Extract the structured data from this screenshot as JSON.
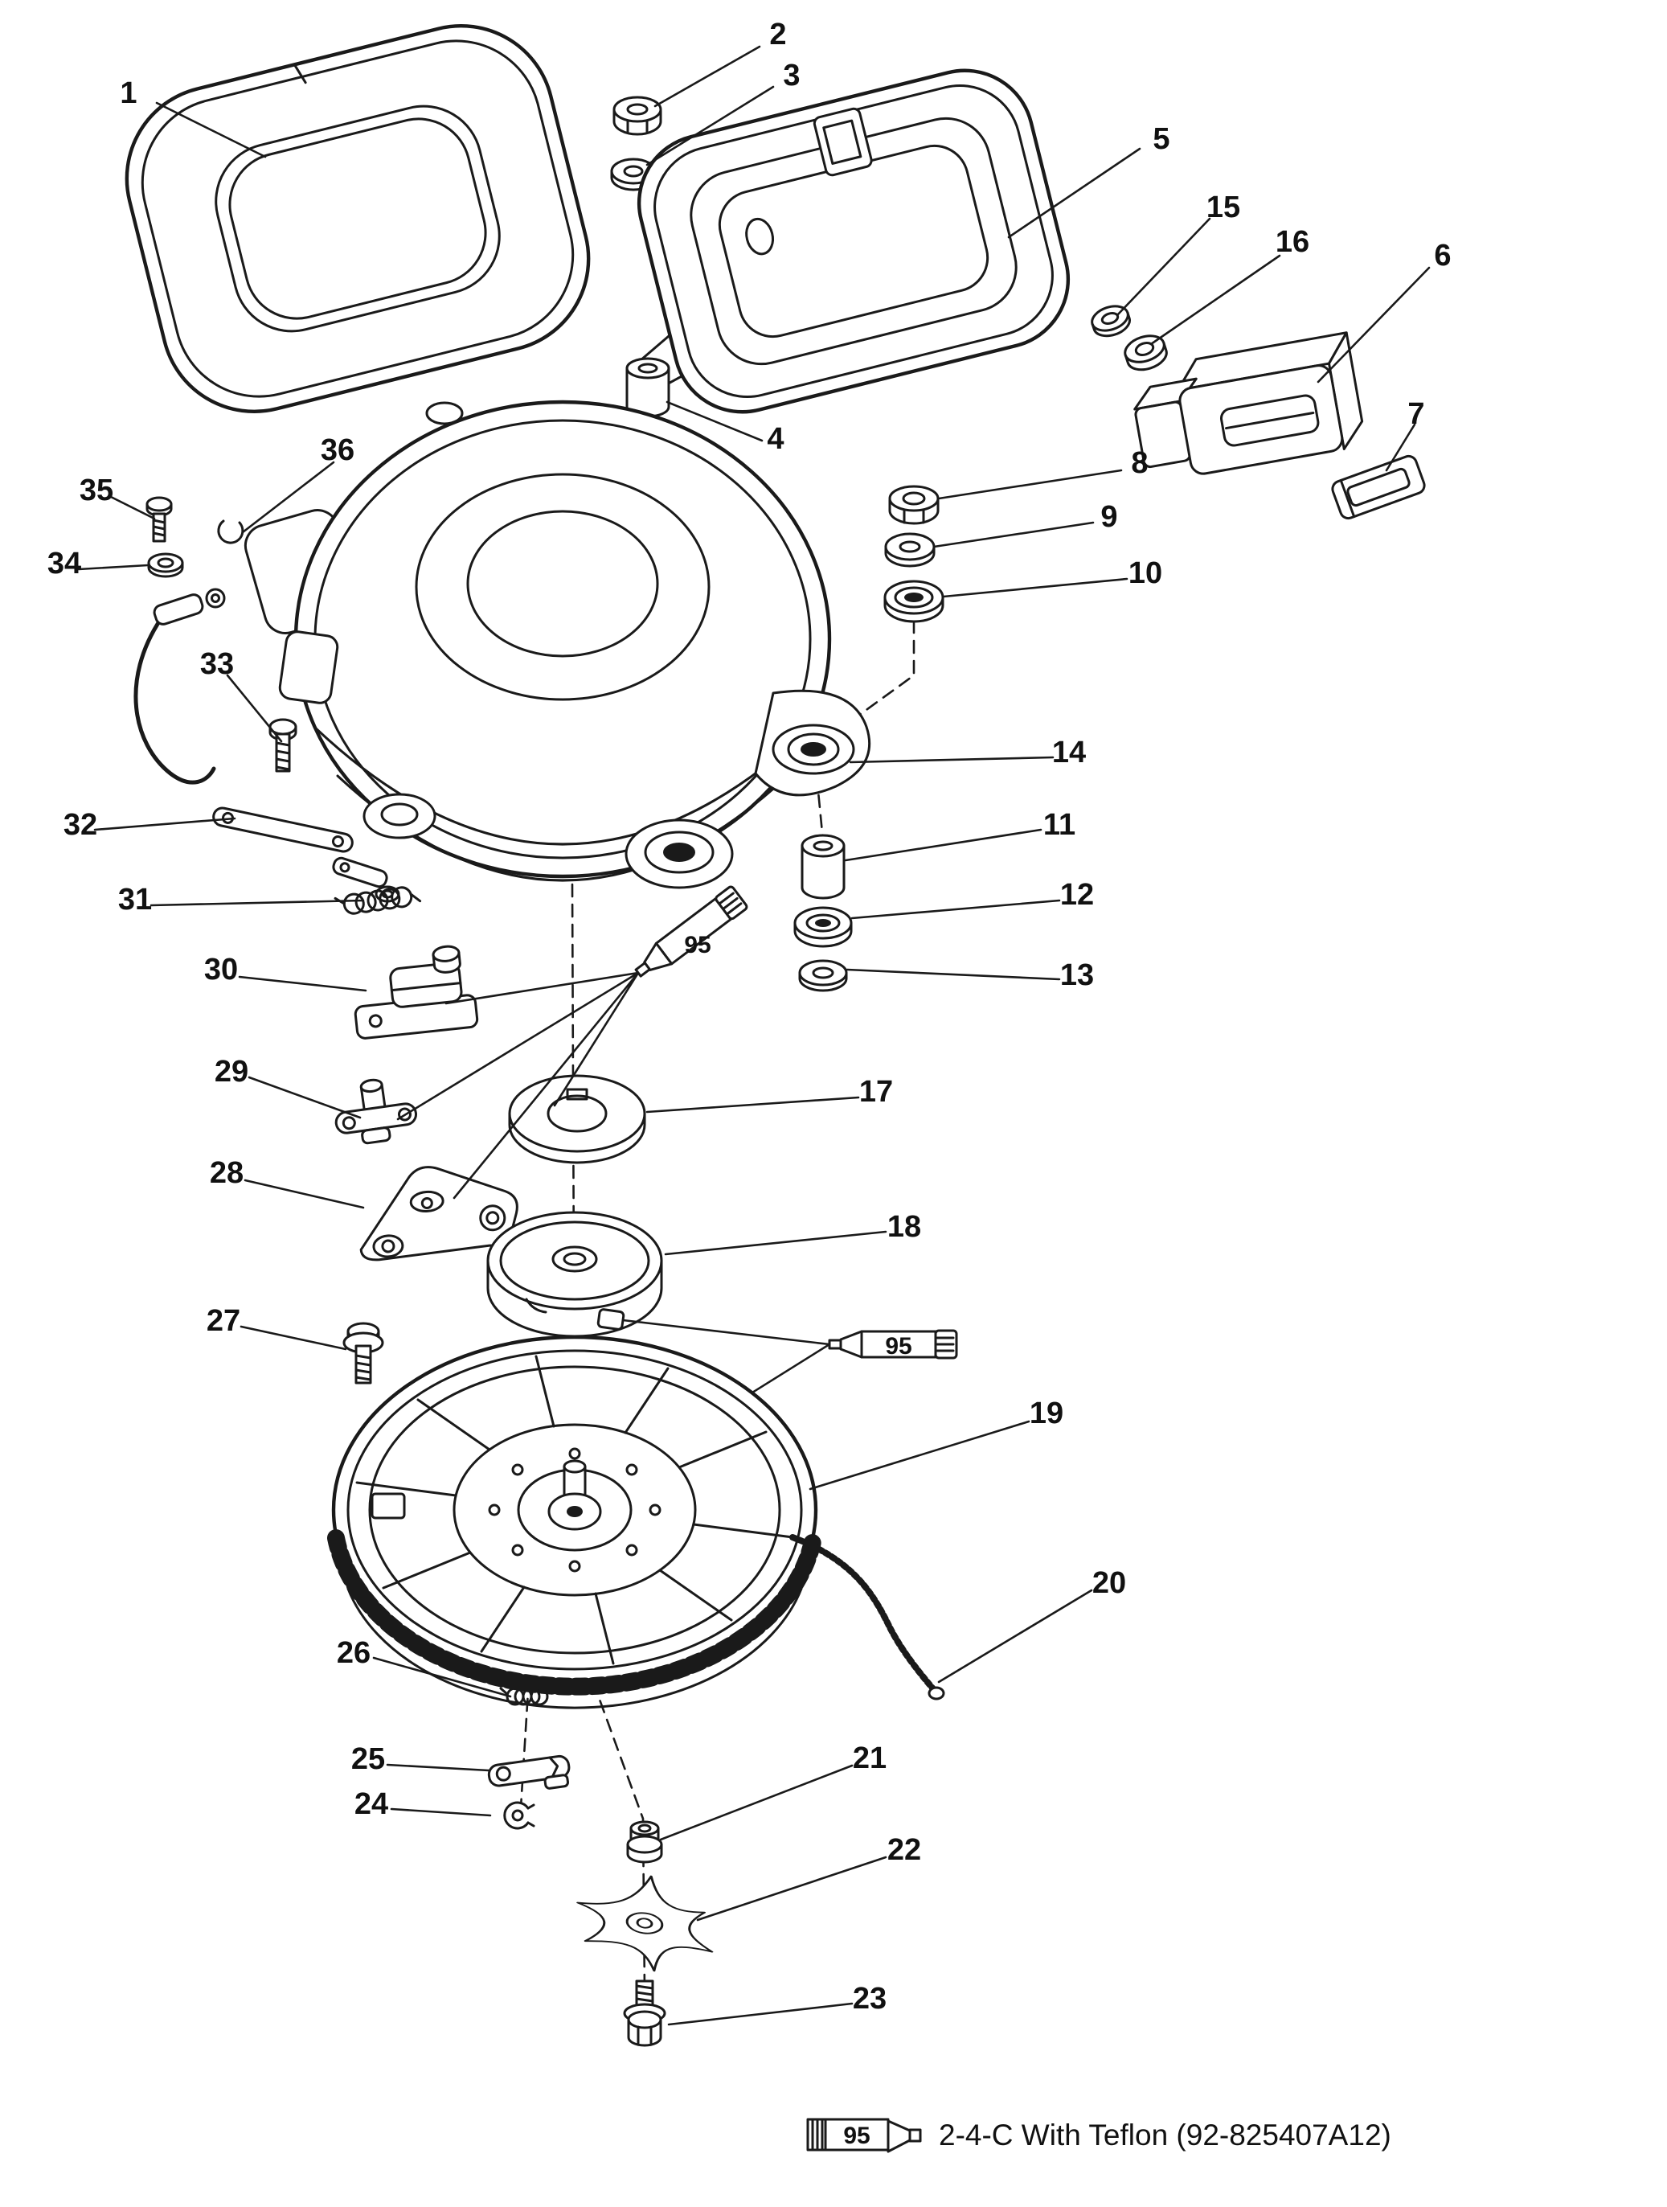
{
  "diagram": {
    "parts": {
      "p1": "1",
      "p2": "2",
      "p3": "3",
      "p4": "4",
      "p5": "5",
      "p6": "6",
      "p7": "7",
      "p8": "8",
      "p9": "9",
      "p10": "10",
      "p11": "11",
      "p12": "12",
      "p13": "13",
      "p14": "14",
      "p15": "15",
      "p16": "16",
      "p17": "17",
      "p18": "18",
      "p19": "19",
      "p20": "20",
      "p21": "21",
      "p22": "22",
      "p23": "23",
      "p24": "24",
      "p25": "25",
      "p26": "26",
      "p27": "27",
      "p28": "28",
      "p29": "29",
      "p30": "30",
      "p31": "31",
      "p32": "32",
      "p33": "33",
      "p34": "34",
      "p35": "35",
      "p36": "36"
    },
    "sealant_marks": {
      "tube1": "95",
      "tube2": "95",
      "footer_tube": "95"
    },
    "footer": {
      "note": "2-4-C  With Teflon (92-825407A12)"
    }
  }
}
